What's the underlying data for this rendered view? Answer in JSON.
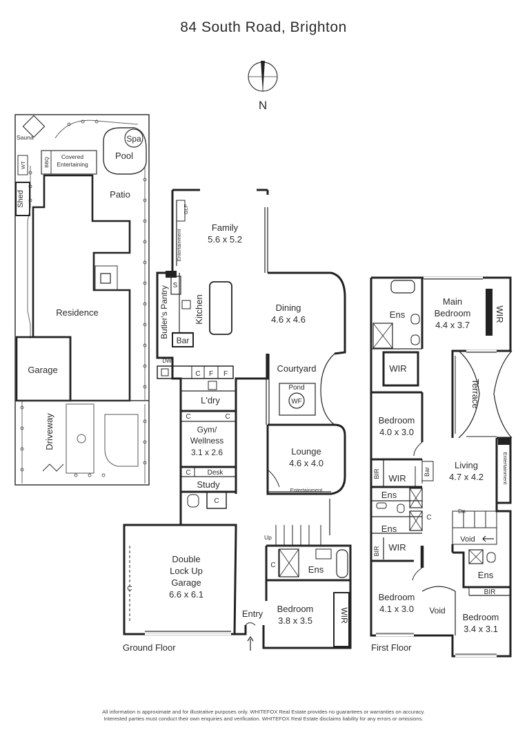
{
  "title": "84 South Road, Brighton",
  "compass": {
    "label": "N"
  },
  "site": {
    "sauna": "Sauna",
    "wt": "WT",
    "bbq": "BBQ",
    "covered_1": "Covered",
    "covered_2": "Entertaining",
    "spa": "Spa",
    "pool": "Pool",
    "shed": "Shed",
    "patio": "Patio",
    "residence": "Residence",
    "garage": "Garage",
    "driveway": "Driveway"
  },
  "ground": {
    "floor_label": "Ground Floor",
    "family": "Family",
    "family_dim": "5.6 x 5.2",
    "entertainment_family": "Entertainment",
    "glf": "GLF",
    "butlers_pantry": "Butler's Pantry",
    "s": "S",
    "kitchen": "Kitchen",
    "bar": "Bar",
    "dining": "Dining",
    "dining_dim": "4.6 x 4.6",
    "dw": "DW",
    "c1": "C",
    "f1": "F",
    "f2": "F",
    "courtyard": "Courtyard",
    "pond": "Pond",
    "wf": "WF",
    "laundry": "L'dry",
    "c2": "C",
    "c3": "C",
    "gym_1": "Gym/",
    "gym_2": "Wellness",
    "gym_dim": "3.1 x 2.6",
    "lounge": "Lounge",
    "lounge_dim": "4.6 x 4.0",
    "entertainment_lounge": "Entertainment",
    "c4": "C",
    "desk": "Desk",
    "study": "Study",
    "c5": "C",
    "up": "Up",
    "garage_1": "Double",
    "garage_2": "Lock Up",
    "garage_3": "Garage",
    "garage_dim": "6.6 x 6.1",
    "c6": "C",
    "c7": "C",
    "ens": "Ens",
    "entry": "Entry",
    "bedroom": "Bedroom",
    "bedroom_dim": "3.8 x 3.5",
    "wir": "WIR"
  },
  "first": {
    "floor_label": "First Floor",
    "ens_main": "Ens",
    "main_1": "Main",
    "main_2": "Bedroom",
    "main_dim": "4.4 x 3.7",
    "wir_main": "WIR",
    "wir_2": "WIR",
    "terrace": "Terrace",
    "bedroom_a": "Bedroom",
    "bedroom_a_dim": "4.0 x 3.0",
    "living": "Living",
    "living_dim": "4.7 x 4.2",
    "entertainment": "Entertainment",
    "bir_1": "BIR",
    "wir_3": "WIR",
    "bar": "Bar",
    "ens_1": "Ens",
    "c1": "C",
    "ens_2": "Ens",
    "dn": "Dn",
    "void_1": "Void",
    "bir_2": "BIR",
    "wir_4": "WIR",
    "ens_3": "Ens",
    "bir_3": "BIR",
    "bedroom_b": "Bedroom",
    "bedroom_b_dim": "4.1 x 3.0",
    "void_2": "Void",
    "bedroom_c": "Bedroom",
    "bedroom_c_dim": "3.4 x 3.1"
  },
  "disclaimer_1": "All information is approximate and for illustrative purposes only. WHITEFOX Real Estate provides no guarantees or warranties on accuracy.",
  "disclaimer_2": "Interested parties must conduct their own enquiries and verification. WHITEFOX Real Estate disclaims liability for any errors or omissions."
}
